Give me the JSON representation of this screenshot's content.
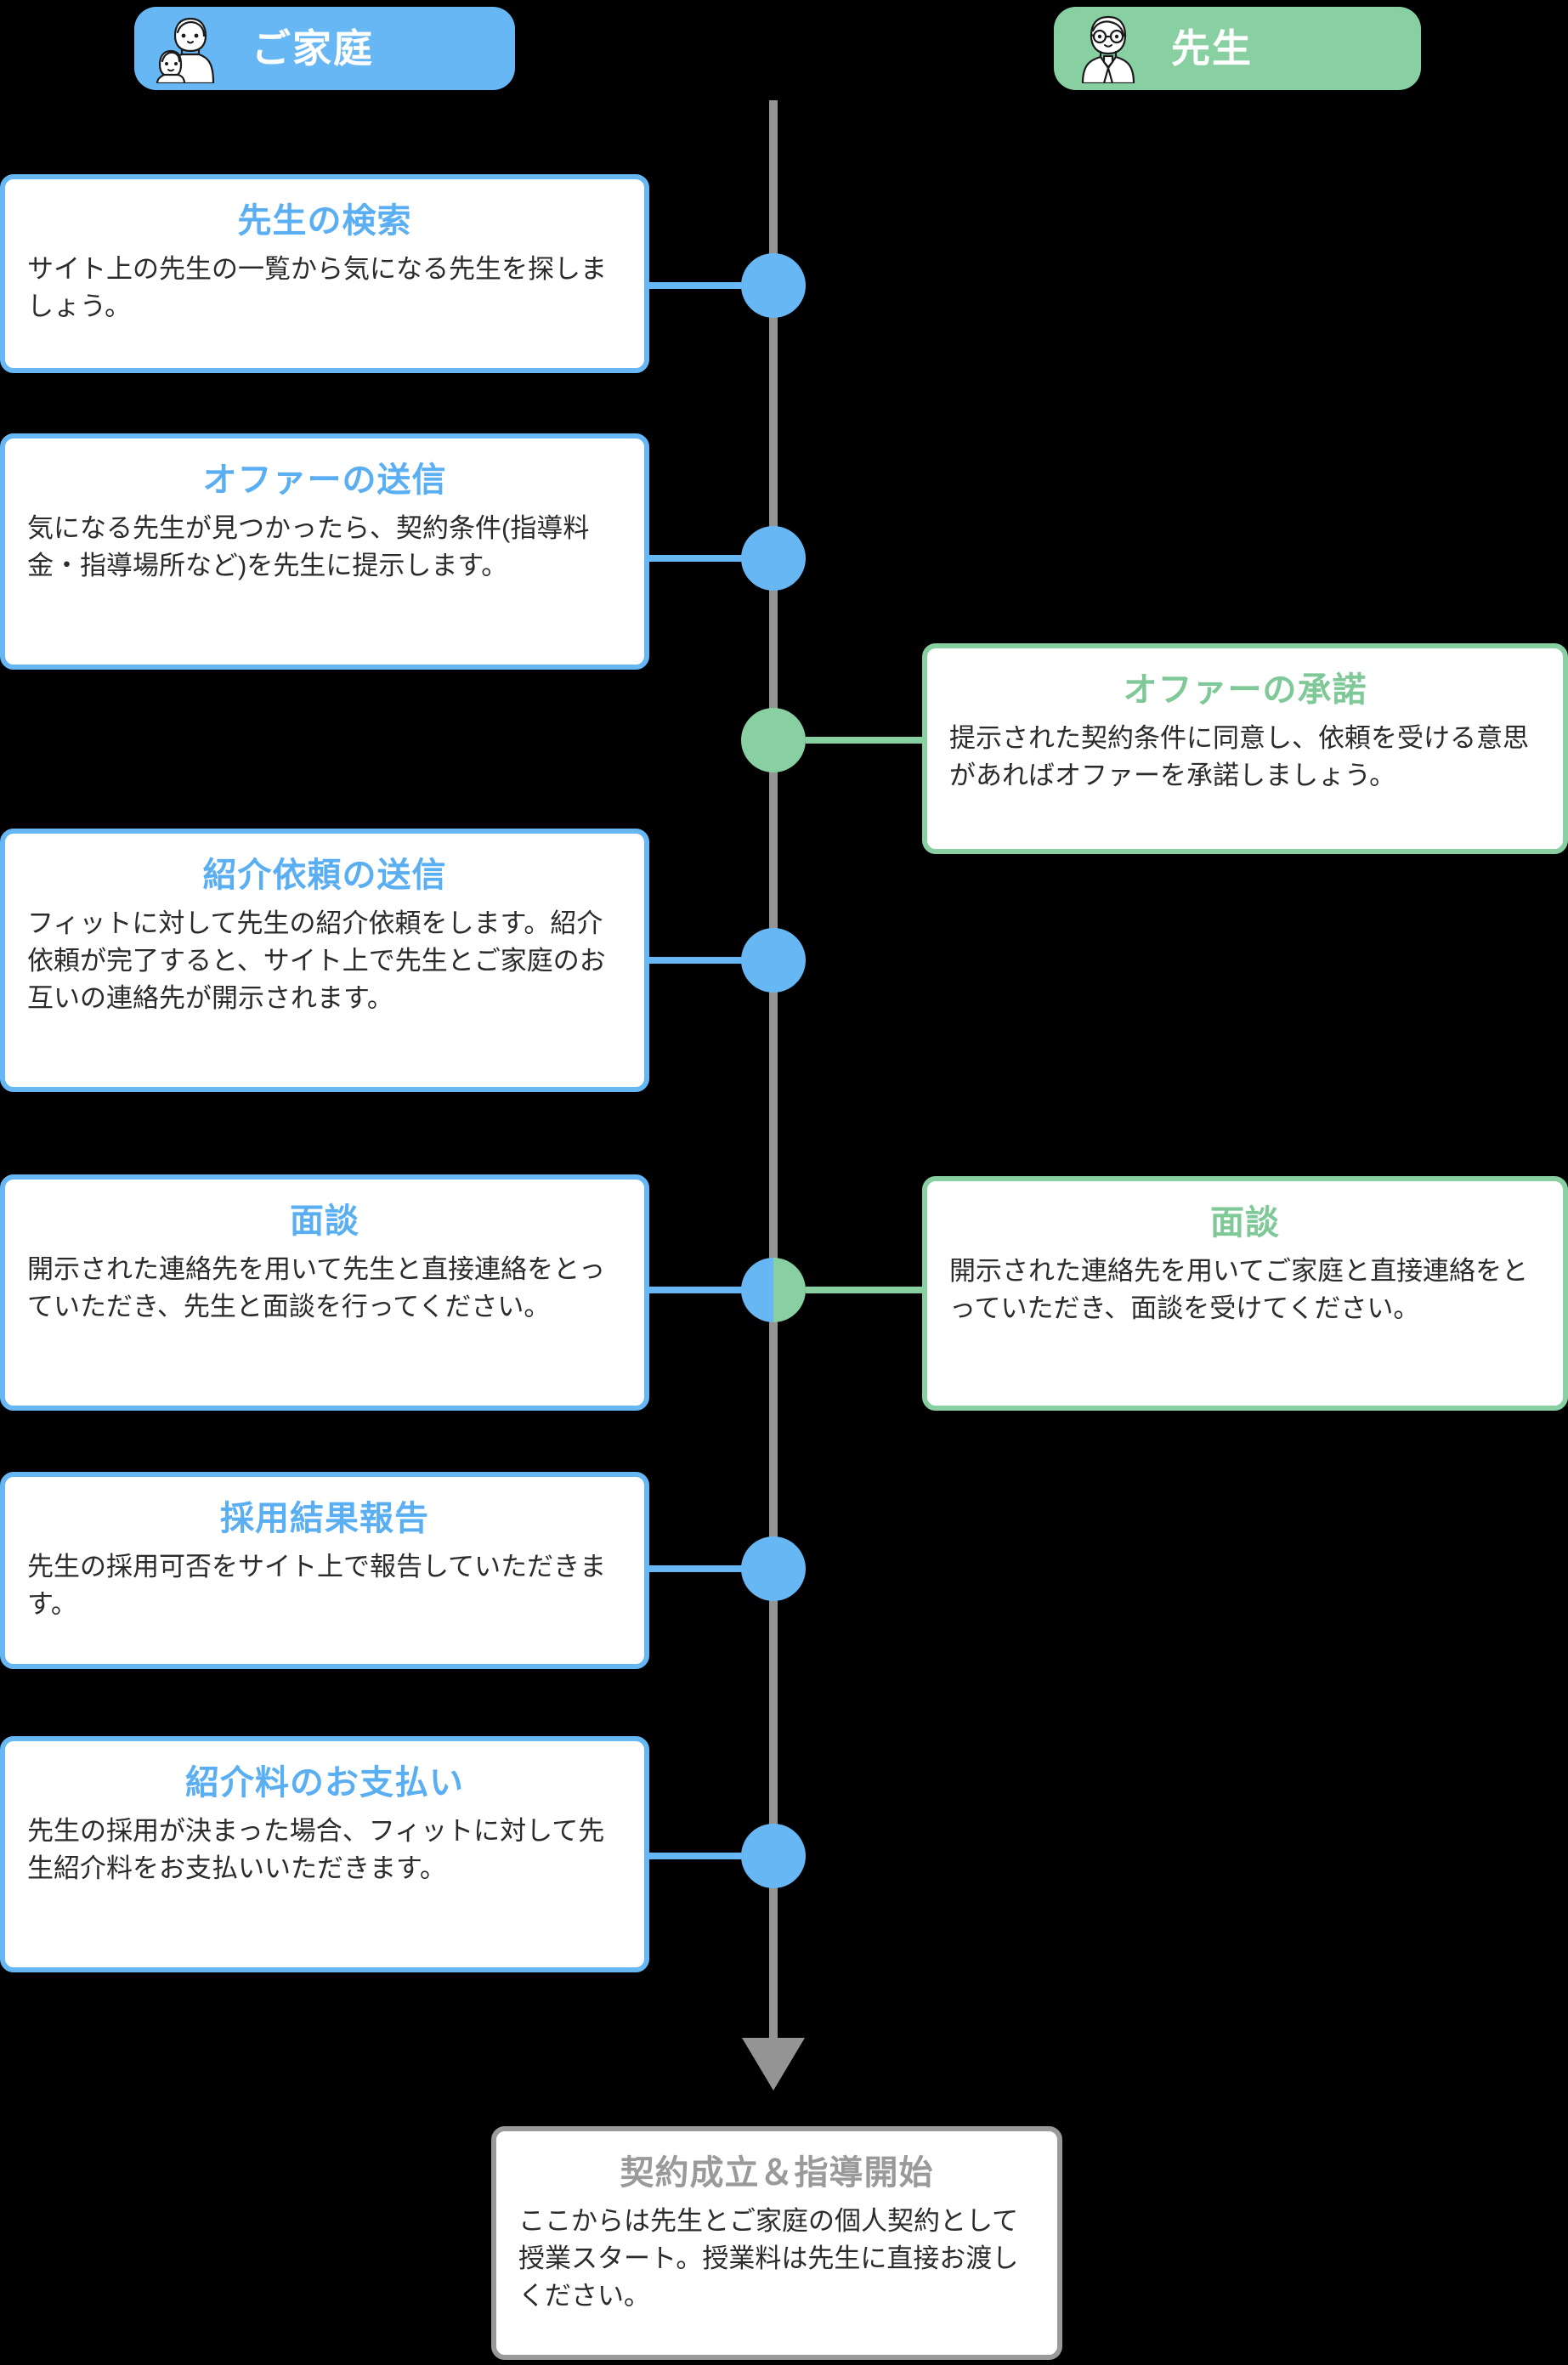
{
  "theme": {
    "background": "#000000",
    "family_accent": "#68b7f5",
    "teacher_accent": "#88cfa1",
    "final_accent": "#9a9a9a",
    "spine_color": "#949494",
    "card_background": "#ffffff",
    "body_text_color": "#2b2b2b"
  },
  "headers": {
    "family": {
      "label": "ご家庭",
      "icon": "parent-and-child-icon",
      "color": "#68b7f5"
    },
    "teacher": {
      "label": "先生",
      "icon": "teacher-with-glasses-icon",
      "color": "#88cfa1"
    }
  },
  "timeline": {
    "arrow_icon": "down-arrow-icon",
    "nodes": [
      {
        "id": "node-1",
        "type": "blue"
      },
      {
        "id": "node-2",
        "type": "blue"
      },
      {
        "id": "node-3",
        "type": "green"
      },
      {
        "id": "node-4",
        "type": "blue"
      },
      {
        "id": "node-5",
        "type": "split"
      },
      {
        "id": "node-6",
        "type": "blue"
      },
      {
        "id": "node-7",
        "type": "blue"
      }
    ]
  },
  "family_steps": [
    {
      "title": "先生の検索",
      "body": "サイト上の先生の一覧から気になる先生を探しましょう。"
    },
    {
      "title": "オファーの送信",
      "body": "気になる先生が見つかったら、契約条件(指導料金・指導場所など)を先生に提示します。"
    },
    {
      "title": "紹介依頼の送信",
      "body": "フィットに対して先生の紹介依頼をします。紹介依頼が完了すると、サイト上で先生とご家庭のお互いの連絡先が開示されます。"
    },
    {
      "title": "面談",
      "body": "開示された連絡先を用いて先生と直接連絡をとっていただき、先生と面談を行ってください。"
    },
    {
      "title": "採用結果報告",
      "body": "先生の採用可否をサイト上で報告していただきます。"
    },
    {
      "title": "紹介料のお支払い",
      "body": "先生の採用が決まった場合、フィットに対して先生紹介料をお支払いいただきます。"
    }
  ],
  "teacher_steps": [
    {
      "title": "オファーの承諾",
      "body": "提示された契約条件に同意し、依頼を受ける意思があればオファーを承諾しましょう。"
    },
    {
      "title": "面談",
      "body": "開示された連絡先を用いてご家庭と直接連絡をとっていただき、面談を受けてください。"
    }
  ],
  "final_step": {
    "title": "契約成立＆指導開始",
    "body": "ここからは先生とご家庭の個人契約として授業スタート。授業料は先生に直接お渡しください。"
  }
}
